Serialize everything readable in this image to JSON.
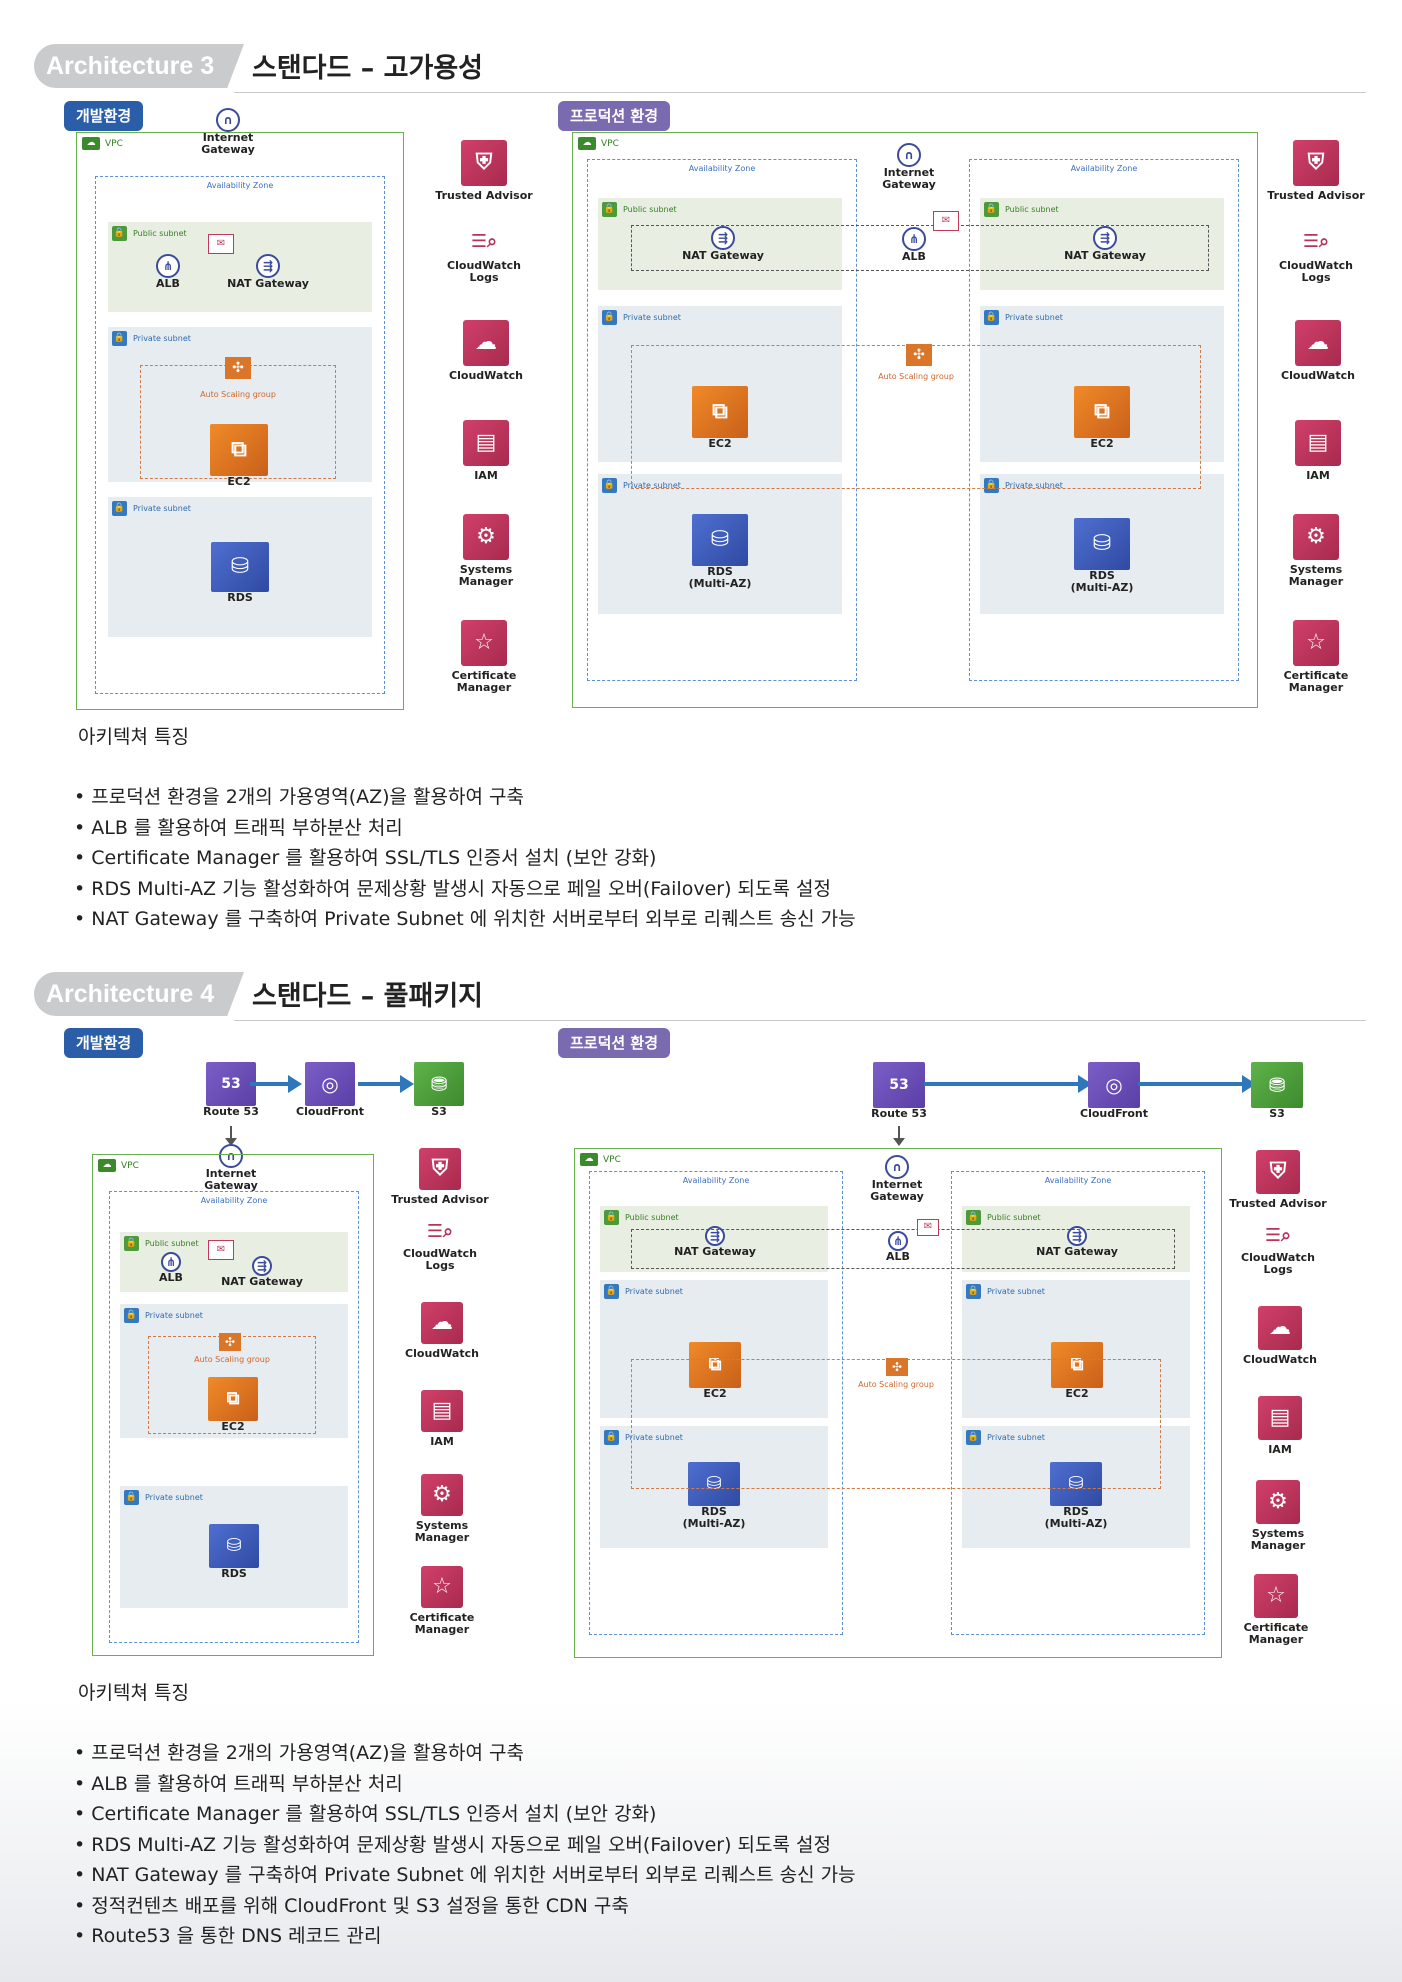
{
  "arch3": {
    "tag": "Architecture 3",
    "title": "스탠다드 – 고가용성",
    "dev_env": "개발환경",
    "prod_env": "프로덕션 환경",
    "features_title": "아키텍쳐 특징",
    "features": [
      "프로덕션 환경을 2개의 가용영역(AZ)을 활용하여 구축",
      "ALB 를 활용하여 트래픽 부하분산 처리",
      "Certificate Manager 를 활용하여 SSL/TLS 인증서 설치 (보안 강화)",
      "RDS Multi-AZ 기능 활성화하여 문제상황 발생시 자동으로 페일 오버(Failover) 되도록 설정",
      "NAT Gateway 를 구축하여 Private Subnet 에 위치한 서버로부터 외부로 리퀘스트 송신 가능"
    ]
  },
  "arch4": {
    "tag": "Architecture 4",
    "title": "스탠다드 – 풀패키지",
    "dev_env": "개발환경",
    "prod_env": "프로덕션 환경",
    "features_title": "아키텍쳐 특징",
    "features": [
      "프로덕션 환경을 2개의 가용영역(AZ)을 활용하여 구축",
      "ALB 를 활용하여 트래픽 부하분산 처리",
      "Certificate Manager 를 활용하여 SSL/TLS 인증서 설치 (보안 강화)",
      "RDS Multi-AZ 기능 활성화하여 문제상황 발생시 자동으로 페일 오버(Failover) 되도록 설정",
      "NAT Gateway 를 구축하여 Private Subnet 에 위치한 서버로부터 외부로 리퀘스트 송신 가능",
      "정적컨텐츠 배포를 위해 CloudFront 및 S3 설정을 통한 CDN 구축",
      "Route53 을 통한 DNS 레코드 관리"
    ]
  },
  "diagram": {
    "vpc": "VPC",
    "az": "Availability Zone",
    "public_subnet": "Public subnet",
    "private_subnet": "Private subnet",
    "asg": "Auto Scaling group",
    "igw_line1": "Internet",
    "igw_line2": "Gateway",
    "alb": "ALB",
    "nat": "NAT Gateway",
    "ec2": "EC2",
    "rds": "RDS",
    "rds_multi": "(Multi-AZ)",
    "route53": "Route 53",
    "cloudfront": "CloudFront",
    "s3": "S3"
  },
  "services": {
    "trusted_advisor": "Trusted Advisor",
    "cw_logs_1": "CloudWatch",
    "cw_logs_2": "Logs",
    "cloudwatch": "CloudWatch",
    "iam": "IAM",
    "ssm_1": "Systems",
    "ssm_2": "Manager",
    "acm_1": "Certificate",
    "acm_2": "Manager"
  },
  "icons": {
    "igw": "gateway-arch-icon",
    "alb": "load-balancer-icon",
    "nat": "nat-gateway-icon",
    "ec2": "ec2-chip-icon",
    "rds": "database-icon",
    "asg": "autoscaling-icon",
    "route53": "route53-shield-icon",
    "cloudfront": "globe-icon",
    "s3": "bucket-icon",
    "trusted_advisor": "shield-icon",
    "cw_logs": "magnifier-logs-icon",
    "cloudwatch": "cloud-magnifier-icon",
    "iam": "id-card-icon",
    "ssm": "gear-cloud-icon",
    "acm": "certificate-icon",
    "cert_small": "certificate-icon"
  },
  "colors": {
    "dev_badge": "#2b5ea8",
    "prod_badge": "#7a6ab0",
    "vpc_border": "#6ab04c",
    "az_border": "#5b8fd6",
    "asg_border": "#d07a4a",
    "management_icon": "#b8325a",
    "compute_icon": "#e07a26",
    "network_icon": "#5a3fa6",
    "flow_arrow": "#2e77bb"
  }
}
